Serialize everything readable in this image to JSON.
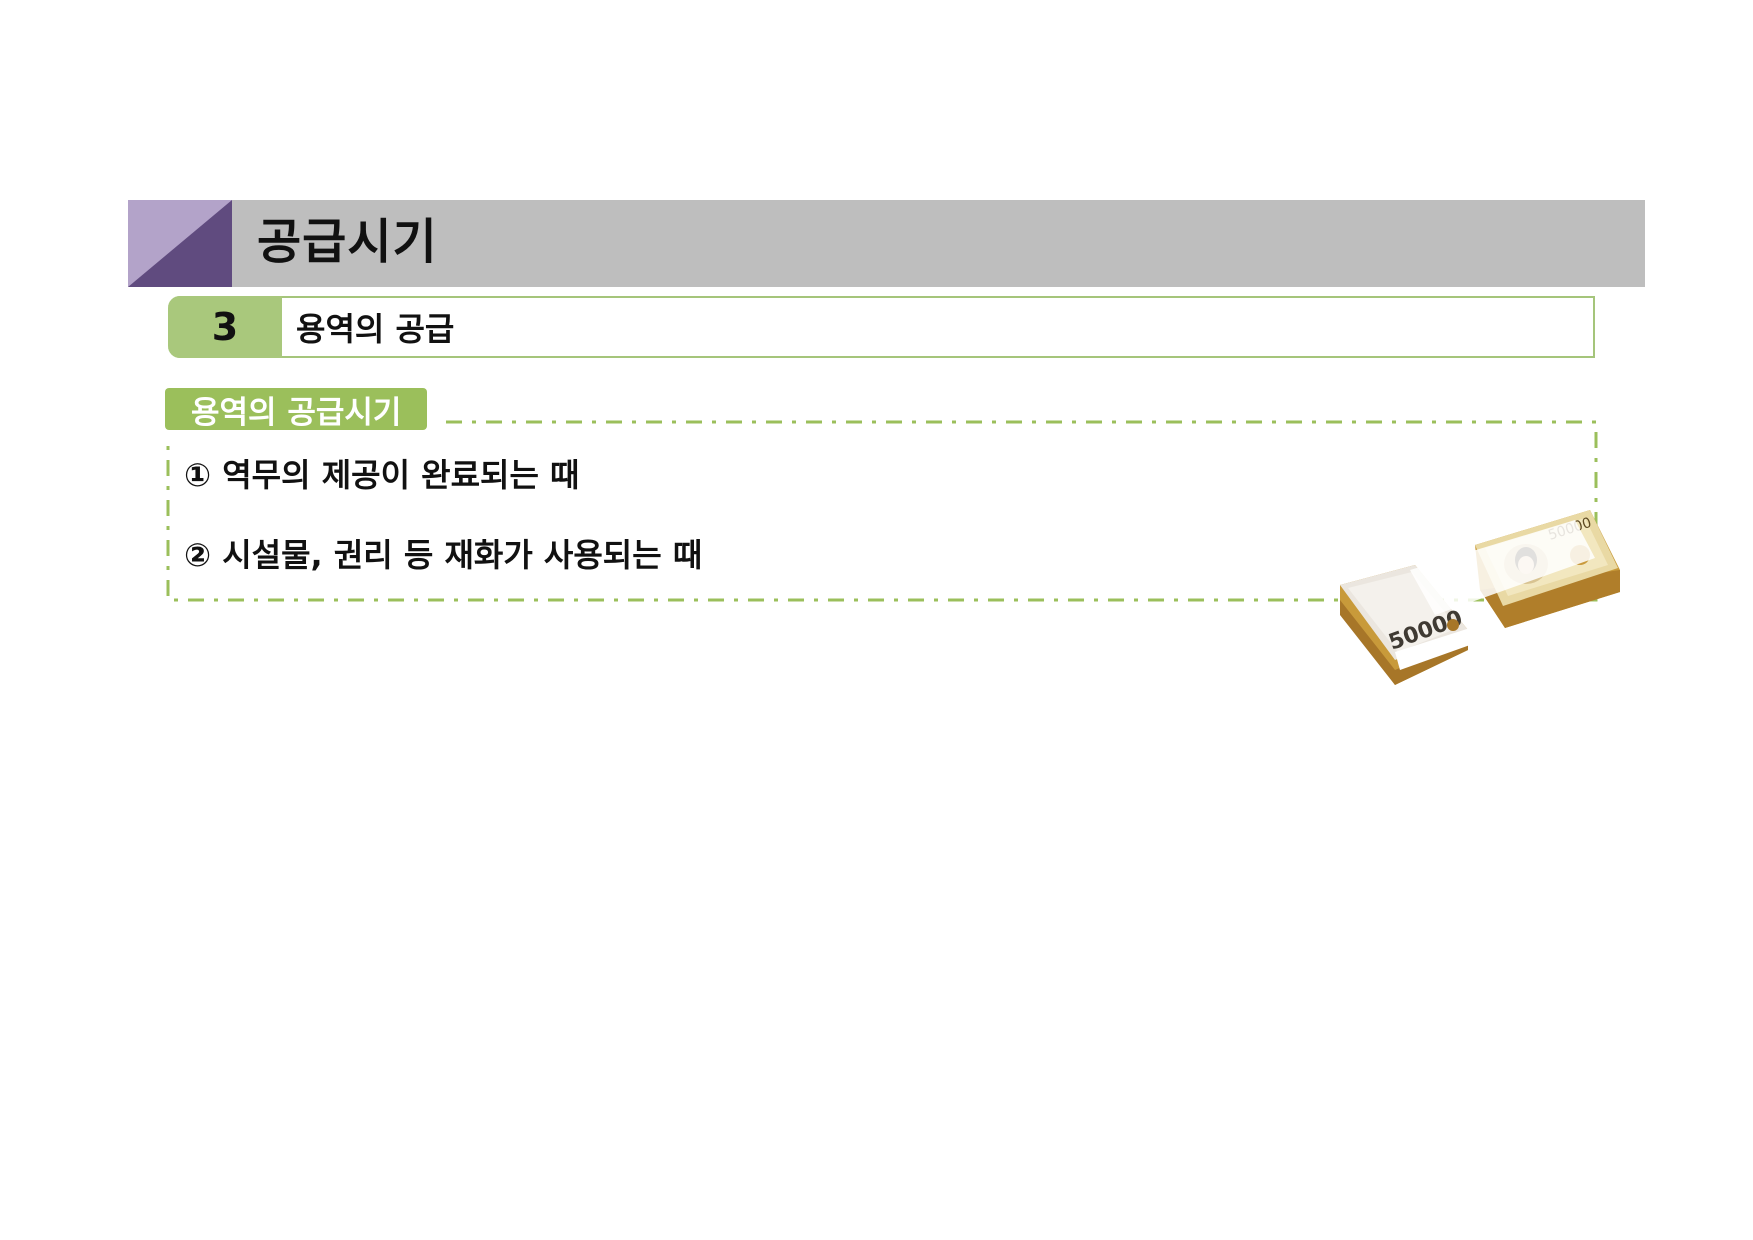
{
  "header": {
    "title": "공급시기",
    "colors": {
      "bar": "#bebebe",
      "corner_light": "#b3a3c9",
      "corner_dark": "#604b7f"
    }
  },
  "section": {
    "number": "3",
    "title": "용역의 공급",
    "colors": {
      "accent": "#a9c87c",
      "border": "#a5c57b"
    }
  },
  "content": {
    "tag": "용역의 공급시기",
    "items": [
      "① 역무의 제공이 완료되는 때",
      "② 시설물, 권리 등 재화가 사용되는 때"
    ],
    "colors": {
      "tag": "#9bbf5b",
      "dash": "#9bbf5b"
    }
  },
  "illustration": {
    "icon": "banknote-stack-icon",
    "denomination_top": "50000",
    "denomination_front": "50000"
  }
}
